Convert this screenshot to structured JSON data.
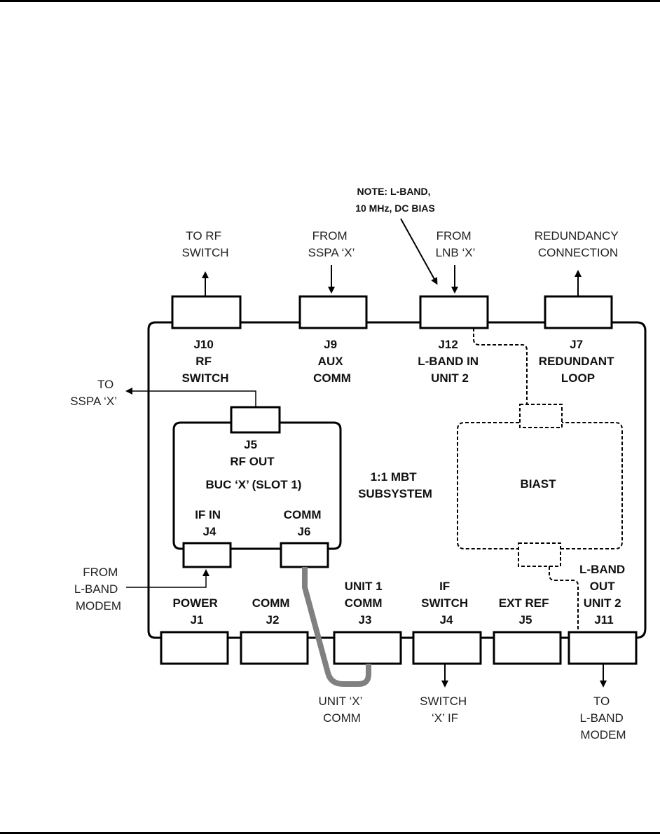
{
  "diagram": {
    "title": "1:1 MBT Subsystem Connection Diagram",
    "subsystem_label": [
      "1:1 MBT",
      "SUBSYSTEM"
    ],
    "note": [
      "NOTE: L-BAND,",
      "10 MHz, DC BIAS"
    ],
    "top_connectors": [
      {
        "id": "J10",
        "label": [
          "J10",
          "RF",
          "SWITCH"
        ],
        "external": [
          "TO RF",
          "SWITCH"
        ],
        "direction": "out"
      },
      {
        "id": "J9",
        "label": [
          "J9",
          "AUX",
          "COMM"
        ],
        "external": [
          "FROM",
          "SSPA ‘X’"
        ],
        "direction": "in"
      },
      {
        "id": "J12",
        "label": [
          "J12",
          "L-BAND IN",
          "UNIT 2"
        ],
        "external": [
          "FROM",
          "LNB ‘X’"
        ],
        "direction": "in"
      },
      {
        "id": "J7",
        "label": [
          "J7",
          "REDUNDANT",
          "LOOP"
        ],
        "external": [
          "REDUNDANCY",
          "CONNECTION"
        ],
        "direction": "out"
      }
    ],
    "bottom_connectors": [
      {
        "id": "J1",
        "label": [
          "POWER",
          "J1"
        ]
      },
      {
        "id": "J2",
        "label": [
          "COMM",
          "J2"
        ]
      },
      {
        "id": "J3",
        "label": [
          "UNIT 1",
          "COMM",
          "J3"
        ],
        "external": [
          "UNIT ‘X’",
          "COMM"
        ]
      },
      {
        "id": "J4",
        "label": [
          "IF",
          "SWITCH",
          "J4"
        ],
        "external": [
          "SWITCH",
          "‘X’ IF"
        ],
        "direction": "out"
      },
      {
        "id": "J5",
        "label": [
          "EXT REF",
          "J5"
        ]
      },
      {
        "id": "J11",
        "label": [
          "L-BAND",
          "OUT",
          "UNIT 2",
          "J11"
        ],
        "external": [
          "TO",
          "L-BAND",
          "MODEM"
        ],
        "direction": "out"
      }
    ],
    "buc": {
      "name": "BUC ‘X’ (SLOT 1)",
      "rf_out": [
        "J5",
        "RF OUT"
      ],
      "rf_out_external": [
        "TO",
        "SSPA ‘X’"
      ],
      "if_in": [
        "IF IN",
        "J4"
      ],
      "if_in_external": [
        "FROM",
        "L-BAND",
        "MODEM"
      ],
      "comm": [
        "COMM",
        "J6"
      ]
    },
    "biast": {
      "label": "BIAST"
    },
    "colors": {
      "line": "#000000",
      "cable": "#808080",
      "text": "#222222"
    }
  }
}
